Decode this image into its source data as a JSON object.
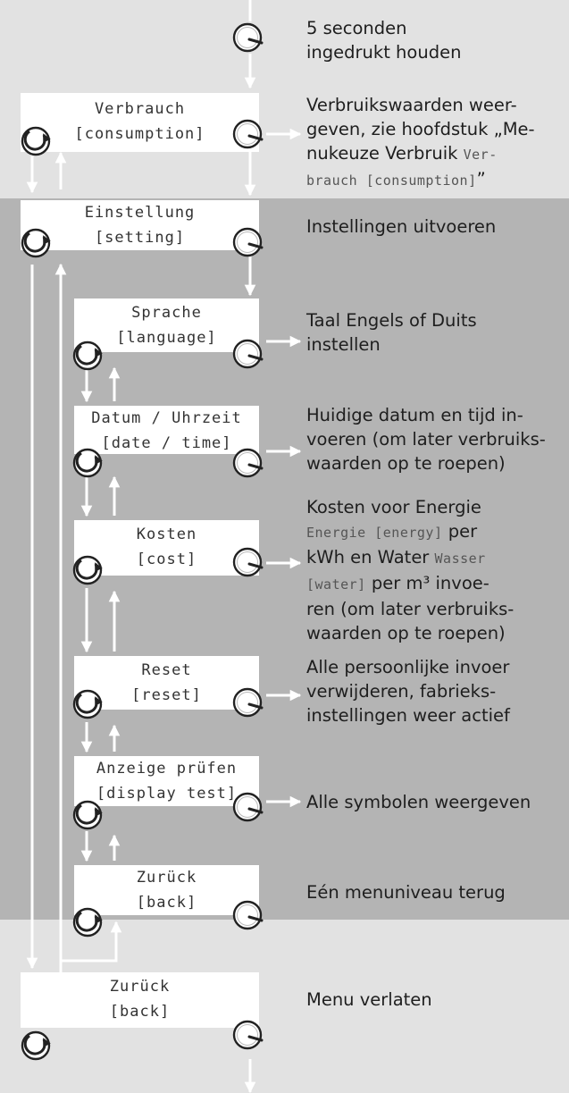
{
  "colors": {
    "light_band": "#e2e2e2",
    "dark_band": "#b4b4b4",
    "lcd_bg": "#ffffff",
    "arrow": "#ffffff"
  },
  "icons": {
    "knob": "rotary-knob-icon",
    "rotate": "rotate-arrow-icon"
  },
  "top": {
    "description_line1": "5 seconden",
    "description_line2": "ingedrukt houden"
  },
  "items": [
    {
      "lcd_line1": "Verbrauch",
      "lcd_line2": "[consumption]",
      "desc": [
        {
          "t": "Verbruikswaarden weer-"
        },
        {
          "t": "geven, zie hoofdstuk „Me-"
        },
        {
          "t": "nukeuze Verbruik ",
          "m": "Ver-"
        },
        {
          "m": "brauch [consumption]",
          "t": "”"
        }
      ]
    },
    {
      "lcd_line1": "Einstellung",
      "lcd_line2": "[setting]",
      "desc": [
        {
          "t": "Instellingen uitvoeren"
        }
      ]
    },
    {
      "lcd_line1": "Sprache",
      "lcd_line2": "[language]",
      "desc": [
        {
          "t": "Taal Engels of Duits"
        },
        {
          "t": "instellen"
        }
      ]
    },
    {
      "lcd_line1": "Datum / Uhrzeit",
      "lcd_line2": "[date / time]",
      "desc": [
        {
          "t": "Huidige datum en tijd in-"
        },
        {
          "t": "voeren (om later verbruiks-"
        },
        {
          "t": "waarden op te roepen)"
        }
      ]
    },
    {
      "lcd_line1": "Kosten",
      "lcd_line2": "[cost]",
      "desc": [
        {
          "t": "Kosten voor Energie"
        },
        {
          "m": "Energie [energy]",
          "t": " per"
        },
        {
          "t": "kWh en Water ",
          "m": "Wasser"
        },
        {
          "m": "[water]",
          "t": " per m³ invoe-"
        },
        {
          "t": "ren (om later verbruiks-"
        },
        {
          "t": "waarden op te roepen)"
        }
      ]
    },
    {
      "lcd_line1": "Reset",
      "lcd_line2": "[reset]",
      "desc": [
        {
          "t": "Alle persoonlijke invoer"
        },
        {
          "t": "verwijderen, fabrieks-"
        },
        {
          "t": "instellingen weer actief"
        }
      ]
    },
    {
      "lcd_line1": "Anzeige prüfen",
      "lcd_line2": "[display test]",
      "desc": [
        {
          "t": "Alle symbolen weergeven"
        }
      ]
    },
    {
      "lcd_line1": "Zurück",
      "lcd_line2": "[back]",
      "desc": [
        {
          "t": "Eén menuniveau terug"
        }
      ]
    },
    {
      "lcd_line1": "Zurück",
      "lcd_line2": "[back]",
      "desc": [
        {
          "t": "Menu verlaten"
        }
      ]
    }
  ]
}
